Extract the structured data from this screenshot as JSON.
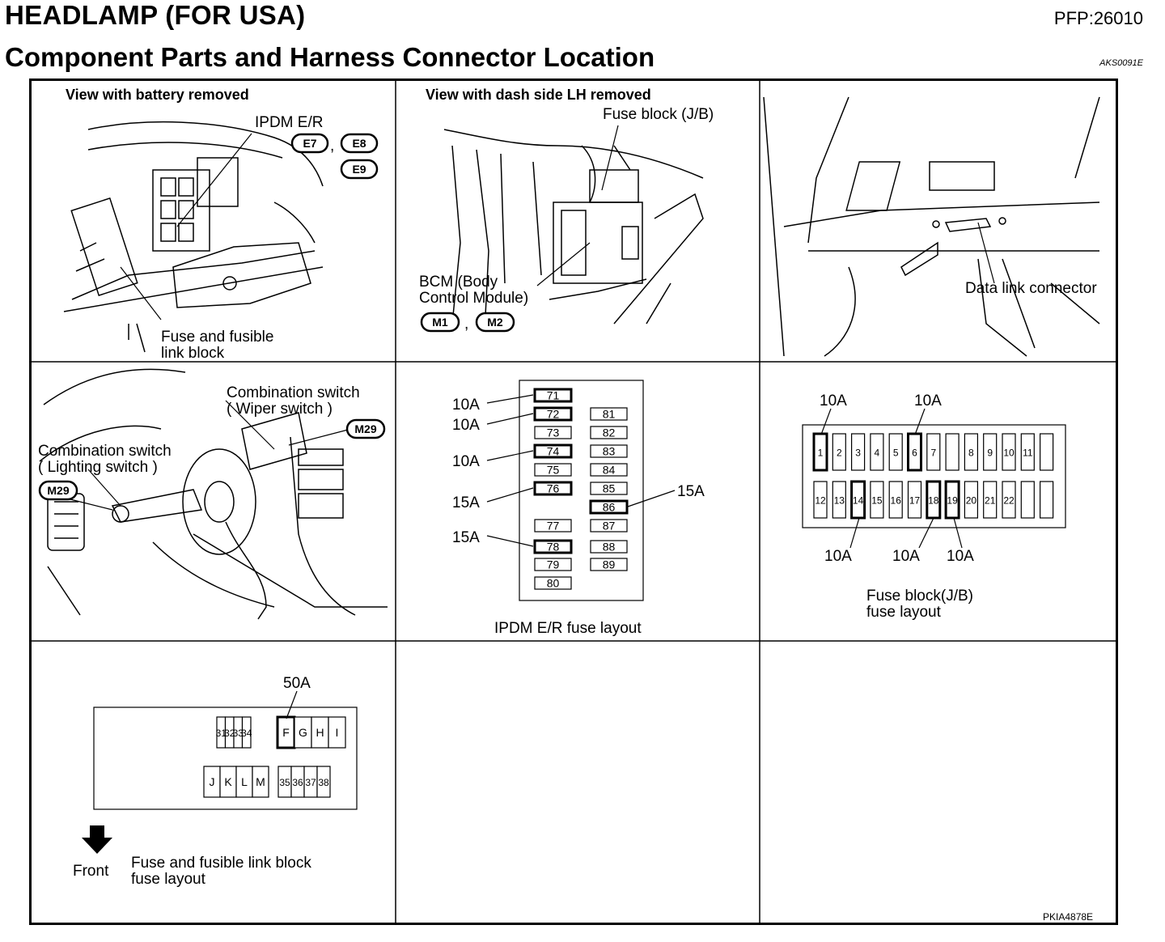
{
  "header": {
    "title": "HEADLAMP (FOR USA)",
    "pfp": "PFP:26010",
    "subtitle": "Component Parts and Harness Connector Location",
    "code": "AKS0091E"
  },
  "panel1": {
    "view_title": "View with battery removed",
    "ipdm_label": "IPDM E/R",
    "connectors": [
      "E7",
      "E8",
      "E9"
    ],
    "fuse_label_line1": "Fuse and fusible",
    "fuse_label_line2": "link block"
  },
  "panel2": {
    "view_title": "View with dash side LH removed",
    "fuse_block_label": "Fuse block (J/B)",
    "bcm_line1": "BCM (Body",
    "bcm_line2": "Control Module)",
    "connectors": [
      "M1",
      "M2"
    ]
  },
  "panel3": {
    "dlc_label": "Data link connector"
  },
  "panel4": {
    "combo_wiper_line1": "Combination switch",
    "combo_wiper_line2": "( Wiper switch )",
    "combo_light_line1": "Combination switch",
    "combo_light_line2": "( Lighting switch )",
    "connector_right": "M29",
    "connector_left": "M29"
  },
  "panel5": {
    "left_column": [
      "71",
      "72",
      "73",
      "74",
      "75",
      "76",
      "77",
      "78",
      "79",
      "80"
    ],
    "right_column": [
      "81",
      "82",
      "83",
      "84",
      "85",
      "86",
      "87",
      "88",
      "89"
    ],
    "highlighted": [
      "71",
      "72",
      "74",
      "76",
      "78",
      "86"
    ],
    "ratings": {
      "r71": "10A",
      "r72": "10A",
      "r74": "10A",
      "r76": "15A",
      "r78": "15A",
      "r86": "15A"
    },
    "caption": "IPDM E/R fuse layout"
  },
  "panel6": {
    "top_row": [
      "1",
      "2",
      "3",
      "4",
      "5",
      "6",
      "7",
      "",
      "8",
      "9",
      "10",
      "11",
      ""
    ],
    "bottom_row": [
      "12",
      "13",
      "14",
      "15",
      "16",
      "17",
      "18",
      "19",
      "20",
      "21",
      "22",
      "",
      ""
    ],
    "highlighted": [
      "1",
      "6",
      "14",
      "18",
      "19"
    ],
    "ratings": {
      "r1": "10A",
      "r6": "10A",
      "r14": "10A",
      "r18": "10A",
      "r19": "10A"
    },
    "caption_line1": "Fuse block(J/B)",
    "caption_line2": "fuse layout"
  },
  "panel7": {
    "top_numbers": [
      "31",
      "32",
      "33",
      "34"
    ],
    "top_letters": [
      "F",
      "G",
      "H",
      "I"
    ],
    "bottom_letters": [
      "J",
      "K",
      "L",
      "M"
    ],
    "bottom_numbers": [
      "35",
      "36",
      "37",
      "38"
    ],
    "highlighted": [
      "F"
    ],
    "rating_f": "50A",
    "front_label": "Front",
    "caption_line1": "Fuse and fusible link block",
    "caption_line2": "fuse layout"
  },
  "footer_code": "PKIA4878E"
}
